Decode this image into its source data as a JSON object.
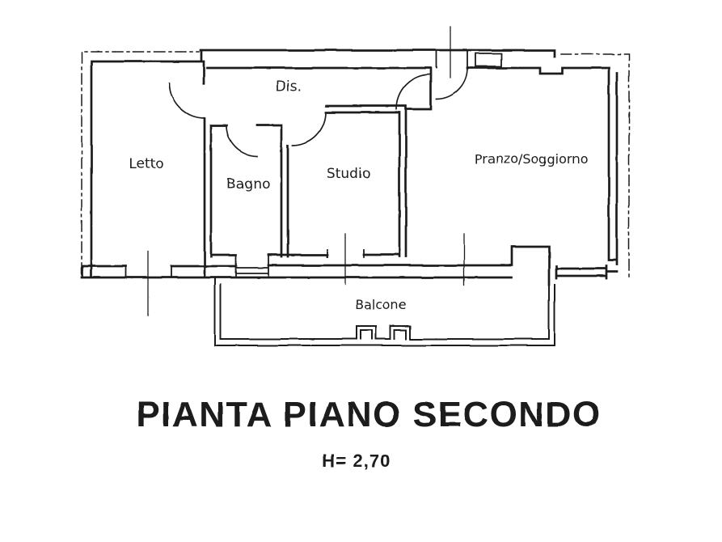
{
  "document": {
    "title": "PIANTA PIANO SECONDO",
    "height_note": "H= 2,70"
  },
  "plan": {
    "rooms": [
      {
        "id": "letto",
        "label": "Letto"
      },
      {
        "id": "bagno",
        "label": "Bagno"
      },
      {
        "id": "studio",
        "label": "Studio"
      },
      {
        "id": "dis",
        "label": "Dis."
      },
      {
        "id": "pranzo-soggiorno",
        "label": "Pranzo/Soggiorno"
      },
      {
        "id": "balcone",
        "label": "Balcone"
      }
    ]
  },
  "colors": {
    "ink": "#1c1c1c",
    "paper": "#ffffff"
  }
}
